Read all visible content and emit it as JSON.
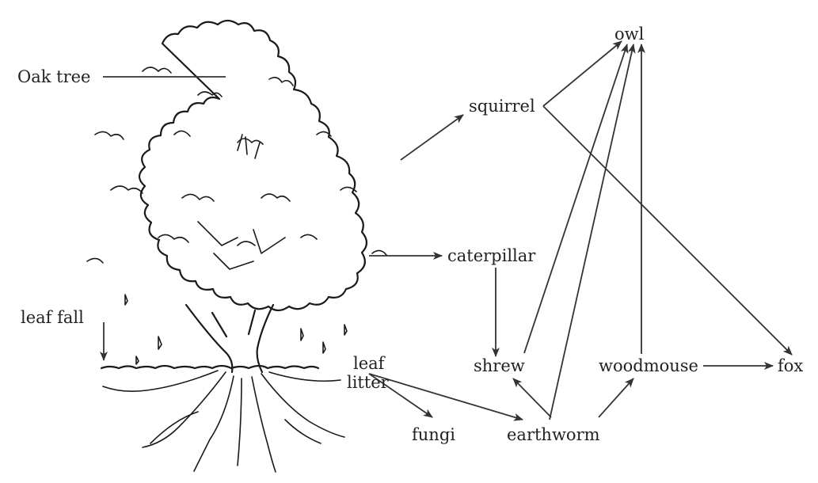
{
  "title": "",
  "labels": {
    "oak_tree": "Oak tree",
    "leaf_fall": "leaf fall",
    "leaf_litter_1": "leaf",
    "leaf_litter_2": "litter",
    "squirrel": "squirrel",
    "caterpillar": "caterpillar",
    "owl": "owl",
    "shrew": "shrew",
    "woodmouse": "woodmouse",
    "fox": "fox",
    "fungi": "fungi",
    "earthworm": "earthworm"
  },
  "links": [
    {
      "from": "oak_tree",
      "to": "squirrel"
    },
    {
      "from": "oak_tree",
      "to": "caterpillar"
    },
    {
      "from": "squirrel",
      "to": "owl"
    },
    {
      "from": "squirrel",
      "to": "fox"
    },
    {
      "from": "caterpillar",
      "to": "shrew"
    },
    {
      "from": "shrew",
      "to": "owl"
    },
    {
      "from": "earthworm",
      "to": "shrew"
    },
    {
      "from": "earthworm",
      "to": "owl"
    },
    {
      "from": "earthworm",
      "to": "woodmouse"
    },
    {
      "from": "woodmouse",
      "to": "owl"
    },
    {
      "from": "woodmouse",
      "to": "fox"
    },
    {
      "from": "leaf_litter",
      "to": "fungi"
    },
    {
      "from": "leaf_litter",
      "to": "earthworm"
    },
    {
      "from": "oak_tree",
      "to": "leaf_litter",
      "label": "leaf fall"
    }
  ],
  "colors": {
    "ink": "#222222",
    "background": "#ffffff"
  }
}
